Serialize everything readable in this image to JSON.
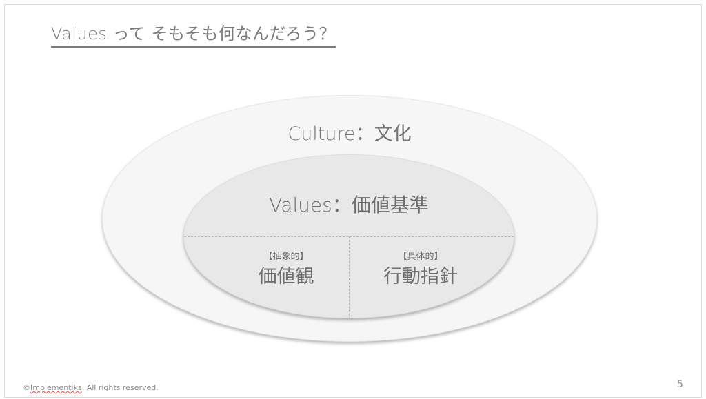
{
  "slide": {
    "title": "Values って そもそも何なんだろう？",
    "diagram": {
      "outer": {
        "label": "Culture：文化",
        "fill": "#f6f6f6"
      },
      "inner": {
        "label": "Values：価値基準",
        "fill": "#e8e8e8"
      },
      "left": {
        "sub": "【抽象的】",
        "main": "価値観"
      },
      "right": {
        "sub": "【具体的】",
        "main": "行動指針"
      }
    },
    "footer": {
      "copyright_symbol": "©",
      "brand": "Implementiks",
      "rest": ". All rights reserved."
    },
    "page_number": "5"
  }
}
